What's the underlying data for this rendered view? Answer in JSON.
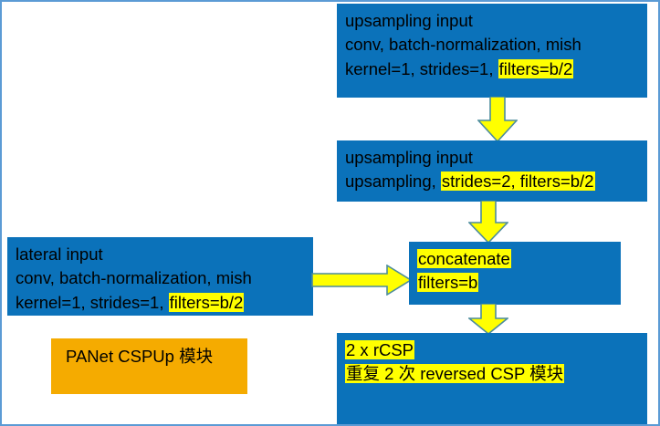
{
  "diagram": {
    "title": "PANet CSPUp module",
    "colors": {
      "node_fill": "#0b72ba",
      "highlight": "#ffff00",
      "legend_fill": "#f5ab00",
      "arrow_fill": "#ffff00",
      "arrow_stroke": "#4c8c9c",
      "frame_border": "#5b9bd5",
      "text": "#000000"
    },
    "nodes": [
      {
        "id": "upsampling-conv",
        "lines": [
          {
            "text": "upsampling input",
            "highlight": false
          },
          {
            "text": "conv, batch-normalization, mish",
            "highlight": false
          },
          {
            "plain": "kernel=1, strides=1,",
            "highlighted": "filters=b/2"
          }
        ]
      },
      {
        "id": "upsampling-op",
        "lines": [
          {
            "text": "upsampling input",
            "highlight": false
          },
          {
            "plain": "upsampling,",
            "highlighted": "strides=2, filters=b/2"
          }
        ]
      },
      {
        "id": "lateral-conv",
        "lines": [
          {
            "text": "lateral input",
            "highlight": false
          },
          {
            "text": "conv, batch-normalization, mish",
            "highlight": false
          },
          {
            "plain": "kernel=1, strides=1,",
            "highlighted": "filters=b/2"
          }
        ]
      },
      {
        "id": "concatenate",
        "lines": [
          {
            "highlighted": "concatenate"
          },
          {
            "highlighted": "filters=b"
          }
        ]
      },
      {
        "id": "rcsp",
        "lines": [
          {
            "highlighted": "2 x rCSP"
          },
          {
            "highlighted": "重复 2 次 reversed CSP 模块"
          }
        ]
      }
    ],
    "legend": {
      "line1": "PANet",
      "line2": "CSPUp 模块"
    },
    "arrows": [
      {
        "id": "arrow-conv-to-upsample",
        "direction": "down",
        "from": "upsampling-conv",
        "to": "upsampling-op"
      },
      {
        "id": "arrow-upsample-to-concat",
        "direction": "down",
        "from": "upsampling-op",
        "to": "concatenate"
      },
      {
        "id": "arrow-lateral-to-concat",
        "direction": "right",
        "from": "lateral-conv",
        "to": "concatenate"
      },
      {
        "id": "arrow-concat-to-rcsp",
        "direction": "down",
        "from": "concatenate",
        "to": "rcsp"
      }
    ],
    "text": {
      "n0_l0": "upsampling input",
      "n0_l1": "conv, batch-normalization, mish",
      "n0_l2_plain": "kernel=1, strides=1,",
      "n0_l2_hl": "filters=b/2",
      "n1_l0": "upsampling input",
      "n1_l1_plain": "upsampling,",
      "n1_l1_hl": "strides=2, filters=b/2",
      "n2_l0": "lateral input",
      "n2_l1": "conv, batch-normalization, mish",
      "n2_l2_plain": "kernel=1, strides=1,",
      "n2_l2_hl": "filters=b/2",
      "n3_l0_hl": "concatenate",
      "n3_l1_hl": "filters=b",
      "n4_l0_hl": "2 x rCSP",
      "n4_l1_hl": "重复 2 次 reversed CSP 模块",
      "legend_l0": "PANet",
      "legend_l1": "CSPUp 模块"
    }
  }
}
